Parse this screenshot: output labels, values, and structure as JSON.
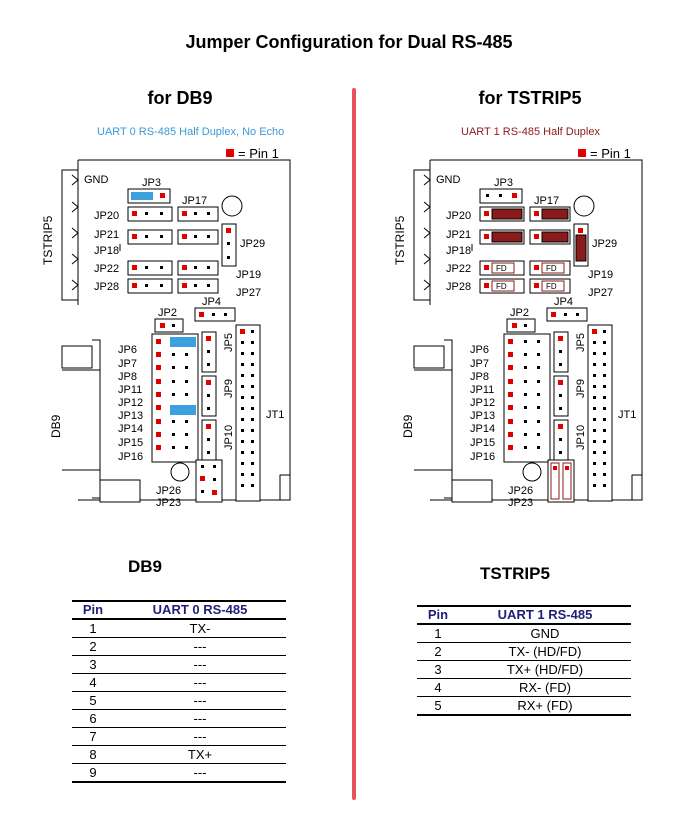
{
  "title": "Jumper Configuration for Dual RS-485",
  "left": {
    "heading": "for DB9",
    "caption": "UART 0 RS-485 Half Duplex, No Echo",
    "legend": "= Pin 1",
    "table_title": "DB9",
    "table": {
      "headers": [
        "Pin",
        "UART 0 RS-485"
      ],
      "rows": [
        [
          "1",
          "TX-"
        ],
        [
          "2",
          "---"
        ],
        [
          "3",
          "---"
        ],
        [
          "4",
          "---"
        ],
        [
          "5",
          "---"
        ],
        [
          "6",
          "---"
        ],
        [
          "7",
          "---"
        ],
        [
          "8",
          "TX+"
        ],
        [
          "9",
          "---"
        ]
      ]
    }
  },
  "right": {
    "heading": "for TSTRIP5",
    "caption": "UART 1 RS-485 Half Duplex",
    "legend": "= Pin 1",
    "table_title": "TSTRIP5",
    "table": {
      "headers": [
        "Pin",
        "UART 1 RS-485"
      ],
      "rows": [
        [
          "1",
          "GND"
        ],
        [
          "2",
          "TX- (HD/FD)"
        ],
        [
          "3",
          "TX+ (HD/FD)"
        ],
        [
          "4",
          "RX- (FD)"
        ],
        [
          "5",
          "RX+ (FD)"
        ]
      ]
    }
  },
  "board_labels": {
    "gnd": "GND",
    "tstrip": "TSTRIP5",
    "db9": "DB9",
    "jt1": "JT1",
    "fd": "FD",
    "jumpers": {
      "jp2": "JP2",
      "jp3": "JP3",
      "jp4": "JP4",
      "jp5": "JP5",
      "jp6": "JP6",
      "jp7": "JP7",
      "jp8": "JP8",
      "jp9": "JP9",
      "jp10": "JP10",
      "jp11": "JP11",
      "jp12": "JP12",
      "jp13": "JP13",
      "jp14": "JP14",
      "jp15": "JP15",
      "jp16": "JP16",
      "jp17": "JP17",
      "jp18": "JP18",
      "jp19": "JP19",
      "jp20": "JP20",
      "jp21": "JP21",
      "jp22": "JP22",
      "jp23": "JP23",
      "jp26": "JP26",
      "jp27": "JP27",
      "jp28": "JP28",
      "jp29": "JP29"
    }
  },
  "colors": {
    "pin1": "#e00000",
    "left_caption": "#3a9ad9",
    "right_caption": "#8b1a1a",
    "left_jumper": "#3ba0dc",
    "right_jumper": "#8b1a1a",
    "header_blue": "#1f1f7a",
    "divider": "#e8505c"
  }
}
